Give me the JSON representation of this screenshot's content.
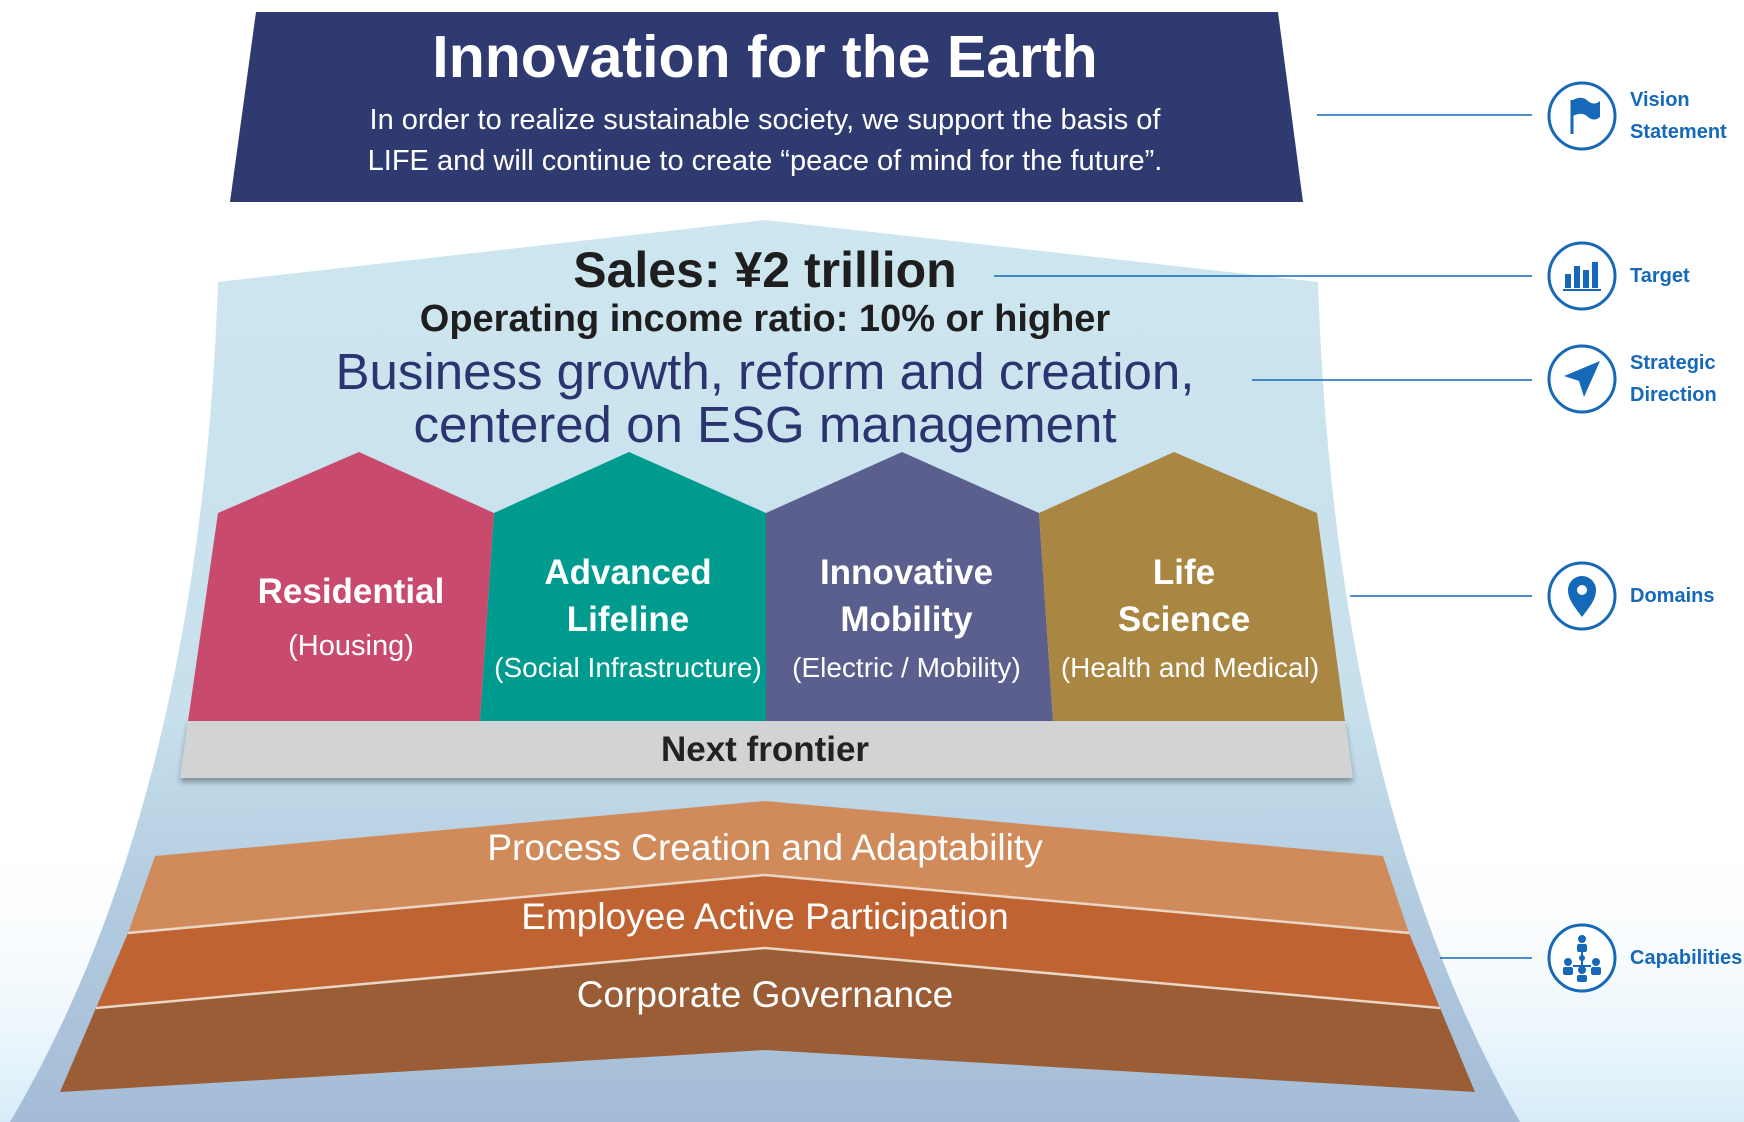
{
  "vision": {
    "title": "Innovation for the Earth",
    "line1": "In order to realize sustainable society, we support the basis of",
    "line2": "LIFE and will continue to create “peace of mind for the future”."
  },
  "target": {
    "sales": "Sales: ¥2 trillion",
    "income": "Operating income ratio: 10% or higher"
  },
  "strategy": {
    "line1": "Business growth, reform and creation,",
    "line2": "centered on ESG management"
  },
  "domains": [
    {
      "title1": "Residential",
      "title2": "",
      "sub": "(Housing)",
      "color": "#c84b6e"
    },
    {
      "title1": "Advanced",
      "title2": "Lifeline",
      "sub": "(Social Infrastructure)",
      "color": "#009b8f"
    },
    {
      "title1": "Innovative",
      "title2": "Mobility",
      "sub": "(Electric / Mobility)",
      "color": "#5b5f8e"
    },
    {
      "title1": "Life",
      "title2": "Science",
      "sub": "(Health and Medical)",
      "color": "#a98641"
    }
  ],
  "frontier": "Next frontier",
  "capabilities": [
    {
      "label": "Process Creation and Adaptability",
      "color": "#d18b5b"
    },
    {
      "label": "Employee Active Participation",
      "color": "#c06332"
    },
    {
      "label": "Corporate Governance",
      "color": "#9a5d35"
    }
  ],
  "legend": [
    {
      "line1": "Vision",
      "line2": "Statement",
      "icon": "flag-icon"
    },
    {
      "line1": "Target",
      "line2": "",
      "icon": "bar-chart-icon"
    },
    {
      "line1": "Strategic",
      "line2": "Direction",
      "icon": "navigation-arrow-icon"
    },
    {
      "line1": "Domains",
      "line2": "",
      "icon": "map-pin-icon"
    },
    {
      "line1": "Capabilities",
      "line2": "",
      "icon": "people-network-icon"
    }
  ],
  "colors": {
    "vision_banner": "#2f3a70",
    "accent_blue": "#1569b8",
    "mountain_top": "#cfe6ef",
    "mountain_bottom": "#a4bcd6",
    "frontier_bar": "#d2d3d5"
  }
}
